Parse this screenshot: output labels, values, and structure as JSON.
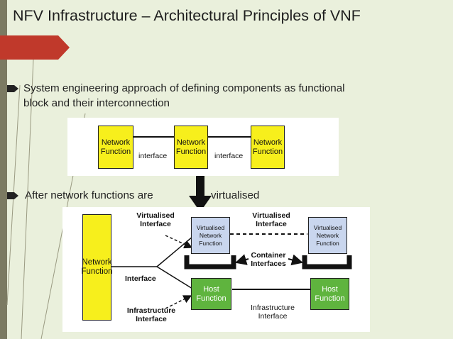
{
  "title": "NFV Infrastructure – Architectural Principles of VNF",
  "bullets": [
    {
      "text_line1": "System engineering approach of defining components as functional",
      "text_line2": "block and their interconnection"
    },
    {
      "text_before": "After network functions are",
      "text_after": "virtualised"
    }
  ],
  "diagram_top": {
    "blocks": [
      "Network Function",
      "Network Function",
      "Network Function"
    ],
    "interface_labels": [
      "interface",
      "interface"
    ]
  },
  "diagram_bottom": {
    "network_function": "Network Function",
    "interface": "Interface",
    "virtualised_interface_1": "Virtualised Interface",
    "virtualised_interface_2": "Virtualised Interface",
    "vnf_1": "Virtualised Network Function",
    "vnf_2": "Virtualised Network Function",
    "container_interfaces": "Container Interfaces",
    "host_function_1": "Host Function",
    "host_function_2": "Host Function",
    "infrastructure_interface_1": "Infrastructure Interface",
    "infrastructure_interface_2": "Infrastructure Interface"
  },
  "colors": {
    "accent_tab": "#c0392b",
    "bullet": "#222222",
    "yellow_block": "#f7ef1c",
    "vnf_block": "#c9d6ee",
    "host_block": "#5fb43e"
  }
}
